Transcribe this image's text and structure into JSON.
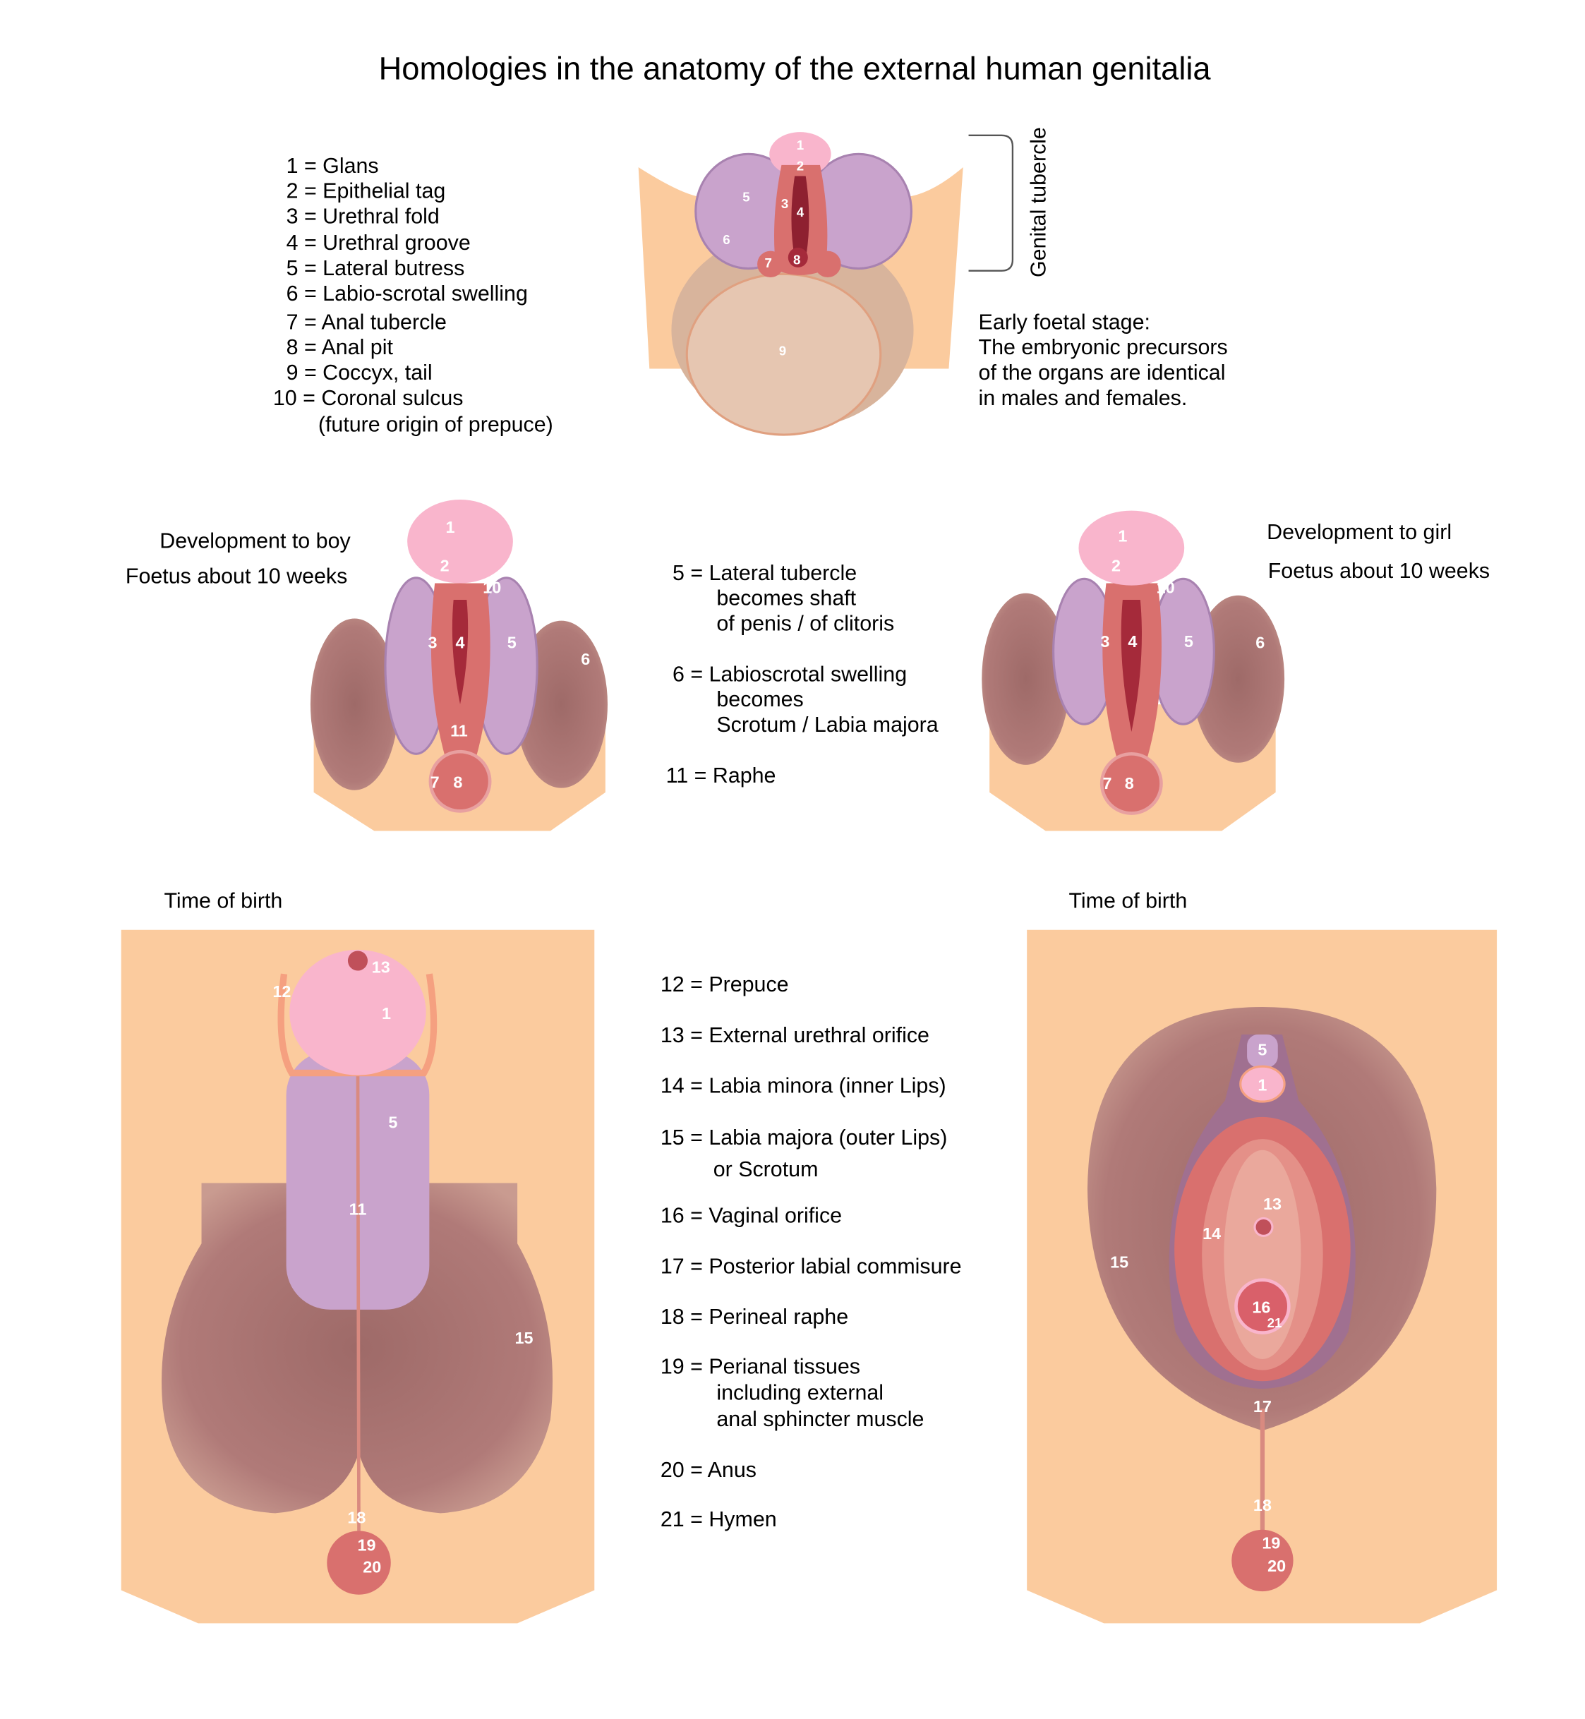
{
  "title": "Homologies in the anatomy of the external human genitalia",
  "top_legend": [
    "1 = Glans",
    "2 = Epithelial tag",
    "3 = Urethral fold",
    "4 = Urethral groove",
    "5 = Lateral butress",
    "6 = Labio-scrotal swelling",
    "7 = Anal tubercle",
    "8 = Anal pit",
    "9 = Coccyx, tail",
    "10 = Coronal sulcus",
    "(future origin of prepuce)"
  ],
  "genital_tubercle_label": "Genital tubercle",
  "early_stage": [
    "Early foetal stage:",
    "The embryonic precursors",
    "of the organs are identical",
    "in males and females."
  ],
  "boy": {
    "title": "Development to boy",
    "age": "Foetus about 10 weeks"
  },
  "girl": {
    "title": "Development to girl",
    "age": "Foetus about 10 weeks"
  },
  "middle_legend": [
    "5 = Lateral tubercle",
    "becomes shaft",
    "of penis / of clitoris",
    "6 = Labioscrotal swelling",
    "becomes",
    "Scrotum / Labia majora",
    "11 = Raphe"
  ],
  "birth_label_male": "Time of birth",
  "birth_label_female": "Time of birth",
  "bottom_legend": [
    "12 = Prepuce",
    "13 = External urethral orifice",
    "14 = Labia minora (inner Lips)",
    "15 = Labia majora (outer Lips)",
    "or Scrotum",
    "16 = Vaginal orifice",
    "17 = Posterior labial commisure",
    "18 = Perineal raphe",
    "19 = Perianal tissues",
    "including external",
    "anal sphincter muscle",
    "20 = Anus",
    "21 = Hymen"
  ],
  "numbers": {
    "n1": "1",
    "n2": "2",
    "n3": "3",
    "n4": "4",
    "n5": "5",
    "n6": "6",
    "n7": "7",
    "n8": "8",
    "n9": "9",
    "n10": "10",
    "n11": "11",
    "n12": "12",
    "n13": "13",
    "n14": "14",
    "n15": "15",
    "n16": "16",
    "n17": "17",
    "n18": "18",
    "n19": "19",
    "n20": "20",
    "n21": "21"
  },
  "colors": {
    "peach": "#fbcb9e",
    "pink": "#f9b5cc",
    "lavender": "#c9a3cc",
    "brown": "#b07a78",
    "red": "#d9706e",
    "dark_red": "#a52a3a",
    "beige": "#e8c9b5"
  }
}
